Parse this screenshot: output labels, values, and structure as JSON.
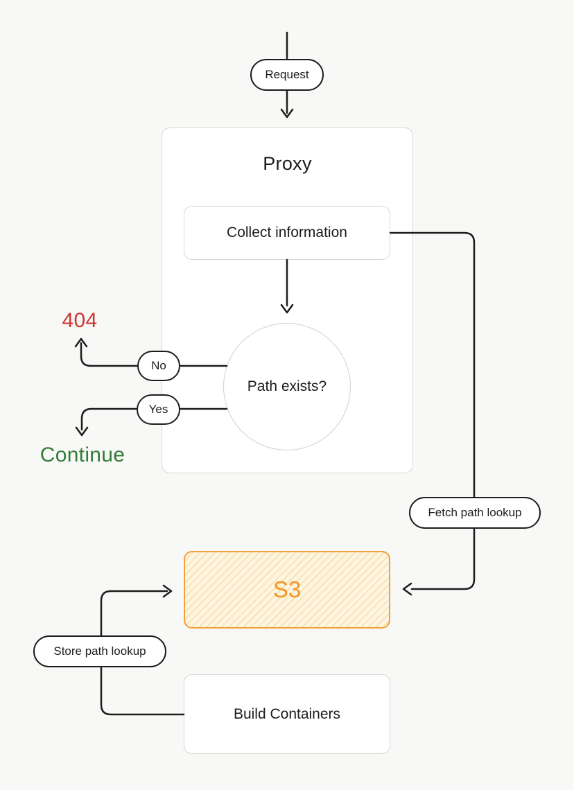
{
  "diagram": {
    "start": {
      "label": "Request"
    },
    "proxy": {
      "title": "Proxy",
      "collect_label": "Collect information",
      "decision_label": "Path exists?"
    },
    "branches": {
      "no_label": "No",
      "yes_label": "Yes",
      "not_found_label": "404",
      "continue_label": "Continue"
    },
    "edges": {
      "fetch_label": "Fetch path lookup",
      "store_label": "Store path lookup"
    },
    "storage": {
      "label": "S3"
    },
    "builder": {
      "label": "Build Containers"
    },
    "palette": {
      "line": "#1c1c1c",
      "box_border": "#d7d7d4",
      "error": "#cd3630",
      "success": "#327d38",
      "s3_border": "#f2a23b",
      "s3_text": "#f7941e",
      "s3_bg": "#fdf4e2",
      "s3_stripe": "#f7e0aa",
      "background": "#f8f8f7"
    }
  }
}
